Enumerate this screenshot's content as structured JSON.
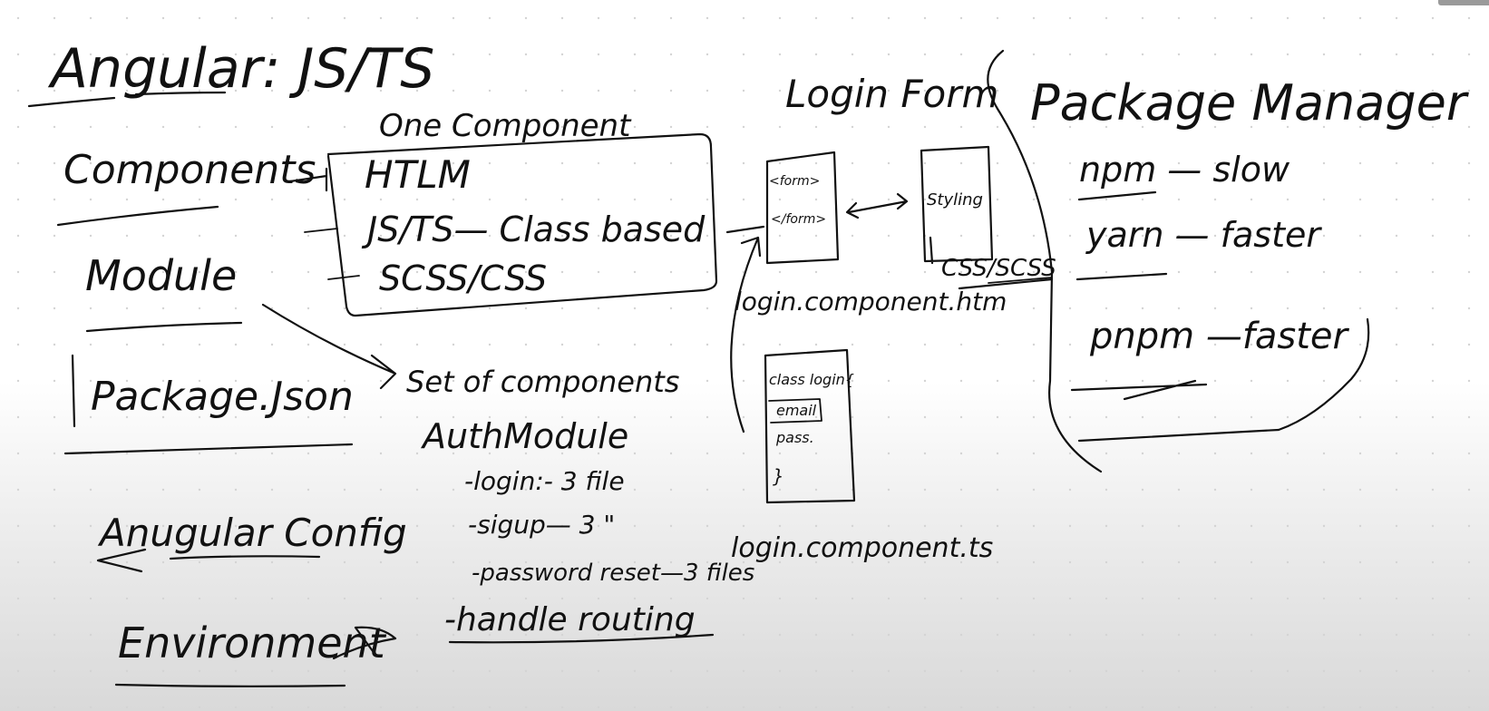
{
  "whiteboard": {
    "title": "Angular: JS/TS",
    "left_column": {
      "components": "Components",
      "module": "Module",
      "package_json": "Package.Json",
      "angular_config": "Anugular Config",
      "environment": "Environment"
    },
    "one_component": {
      "heading": "One Component",
      "items": [
        "HTLM",
        "JS/TS— Class based",
        "SCSS/CSS"
      ]
    },
    "module_note": {
      "heading": "Set of components",
      "name": "AuthModule",
      "items": [
        "-login:- 3 file",
        "-sigup— 3 \"",
        "-password reset—3 files",
        "-handle routing"
      ]
    },
    "login_form": {
      "title": "Login Form",
      "html_box": [
        "<form>",
        "</form>"
      ],
      "styling_box": "Styling",
      "styling_caption": "CSS/SCSS",
      "html_caption": "login.component.htm",
      "ts_box": [
        "class login{",
        "email",
        "pass.",
        "}"
      ],
      "ts_caption": "login.component.ts"
    },
    "package_manager": {
      "title": "Package Manager",
      "items": [
        "npm — slow",
        "yarn — faster",
        "pnpm —faster"
      ]
    }
  }
}
